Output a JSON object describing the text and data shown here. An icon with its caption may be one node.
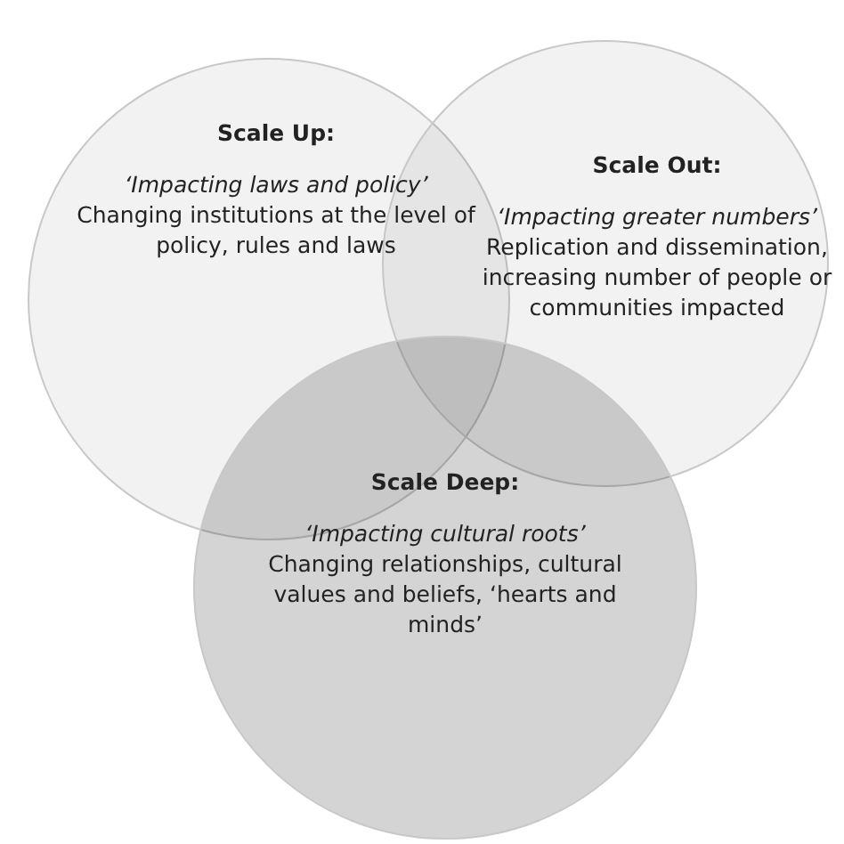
{
  "diagram": {
    "nodes": [
      {
        "text": [
          "Scale Up:",
          "‘Impacting laws and policy’",
          "Changing institutions at the level of policy, rules and laws"
        ]
      },
      {
        "text": [
          "Scale Out:",
          "‘Impacting greater numbers’",
          "Replication and dissemination, increasing number of people or communities impacted"
        ]
      },
      {
        "text": [
          "Scale Deep:",
          "‘Impacting cultural roots’",
          "Changing relationships, cultural values and beliefs, ‘hearts and minds’"
        ]
      }
    ],
    "edges": []
  }
}
